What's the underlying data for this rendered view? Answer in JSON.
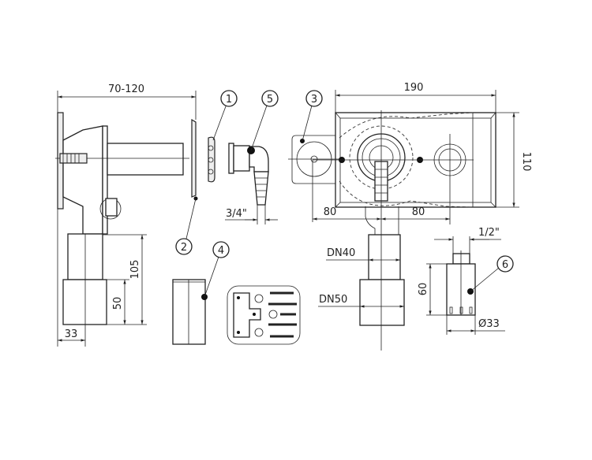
{
  "dimensions": {
    "width_range": "70-120",
    "box_width": "190",
    "box_height": "110",
    "left_offset": "80",
    "right_offset": "80",
    "hose_thread": "3/4\"",
    "valve_thread": "1/2\"",
    "pipe_dn40": "DN40",
    "pipe_dn50": "DN50",
    "height_105": "105",
    "height_50": "50",
    "diameter_33_left": "33",
    "valve_height": "60",
    "valve_diameter": "Ø33"
  },
  "part_labels": [
    "1",
    "2",
    "3",
    "4",
    "5",
    "6"
  ]
}
